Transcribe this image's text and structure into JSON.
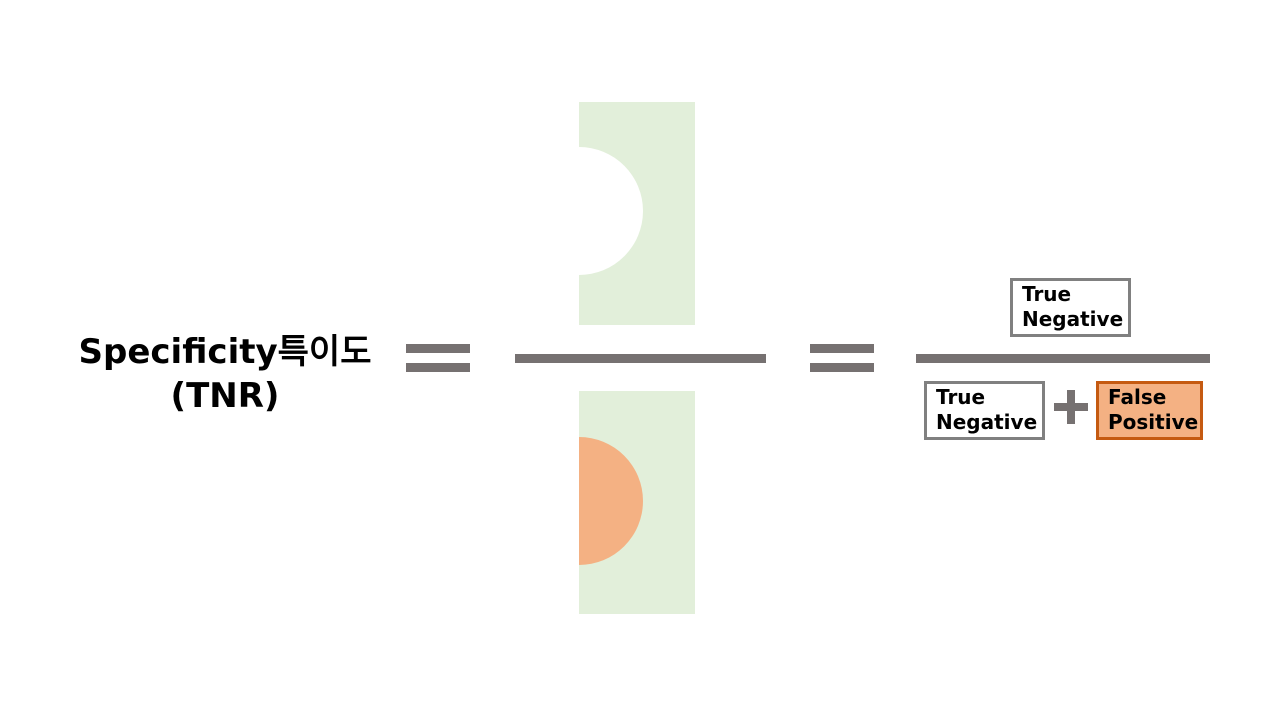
{
  "title": {
    "line1": "Specificity특이도",
    "line2": "(TNR)"
  },
  "colors": {
    "operator": "#767171",
    "panel": "#e2efda",
    "true_negative_shape": "#ffffff",
    "false_positive_shape": "#f4b183",
    "false_positive_border": "#c55a11",
    "box_border": "#808080"
  },
  "formula": {
    "numerator": {
      "line1": "True",
      "line2": "Negative"
    },
    "denominator": {
      "term1": {
        "line1": "True",
        "line2": "Negative"
      },
      "term2": {
        "line1": "False",
        "line2": "Positive"
      }
    }
  }
}
